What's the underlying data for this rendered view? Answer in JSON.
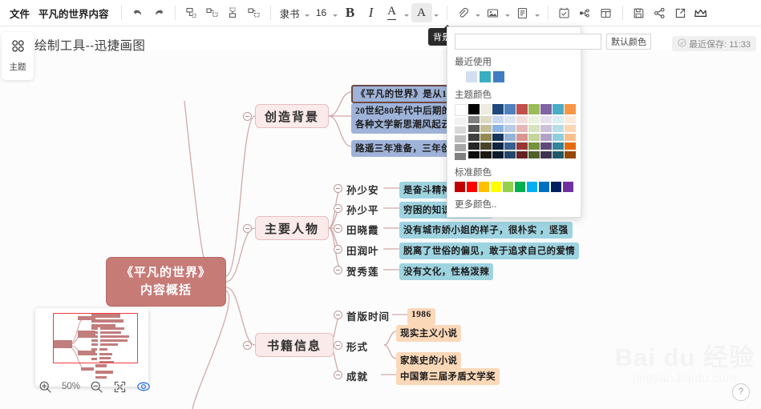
{
  "toolbar": {
    "file_label": "文件",
    "doc_name": "平凡的世界内容",
    "font_family": "隶书",
    "font_size": "16",
    "bold_label": "B",
    "italic_label": "I",
    "underline_label": "A",
    "fontcolor_label": "A",
    "icons": [
      "undo-icon",
      "redo-icon",
      "add-subtopic-icon",
      "add-sibling-icon",
      "add-parent-icon",
      "add-node-icon",
      "link-icon",
      "image-icon",
      "note-icon",
      "task-icon",
      "relation-icon",
      "layout-icon",
      "save-icon",
      "share-icon",
      "export-icon",
      "crown-icon"
    ]
  },
  "tooltip": {
    "text": "背景颜色"
  },
  "header": {
    "title": "绘制工具--迅捷画图",
    "save_status": "最近保存: 11:33"
  },
  "sidebar": {
    "items": [
      {
        "icon": "theme-grid-icon",
        "label": "主题"
      }
    ]
  },
  "color_panel": {
    "input_value": "",
    "default_button": "默认颜色",
    "recent_label": "最近使用",
    "recent_colors": [
      "#d3dff0",
      "#39afc0",
      "#3f7cc4"
    ],
    "theme_label": "主题颜色",
    "theme_columns": [
      [
        "#ffffff",
        "#f2f2f2",
        "#d9d9d9",
        "#bfbfbf",
        "#a6a6a6",
        "#808080"
      ],
      [
        "#000000",
        "#808080",
        "#595959",
        "#404040",
        "#262626",
        "#0d0d0d"
      ],
      [
        "#eeece1",
        "#ddd9c3",
        "#c4bd97",
        "#938953",
        "#494429",
        "#1d1b10"
      ],
      [
        "#1f497d",
        "#c6d9f0",
        "#8db3e2",
        "#16365c",
        "#0f243e",
        "#0b1a2c"
      ],
      [
        "#4f81bd",
        "#dbe5f1",
        "#b8cce4",
        "#95b3d7",
        "#366092",
        "#24466b"
      ],
      [
        "#c0504d",
        "#f2dcdb",
        "#e5b8b7",
        "#d99694",
        "#953734",
        "#632423"
      ],
      [
        "#9bbb59",
        "#ebf1dd",
        "#d7e3bc",
        "#c3d69b",
        "#76923c",
        "#4f6128"
      ],
      [
        "#8064a2",
        "#e5e0ec",
        "#ccc1d9",
        "#b2a2c7",
        "#5f497a",
        "#3f3151"
      ],
      [
        "#4bacc6",
        "#dbeef3",
        "#b7dde8",
        "#92cddc",
        "#31859b",
        "#205867"
      ],
      [
        "#f79646",
        "#fde9d9",
        "#fcd5b4",
        "#fabf8f",
        "#e36c09",
        "#974806"
      ]
    ],
    "standard_label": "标准颜色",
    "standard_colors": [
      "#c00000",
      "#ff0000",
      "#ffc000",
      "#ffff00",
      "#92d050",
      "#00b050",
      "#00b0f0",
      "#0070c0",
      "#002060",
      "#7030a0"
    ],
    "more_label": "更多颜色.."
  },
  "zoom_bar": {
    "zoom_in": "zoom-in-icon",
    "level": "50%",
    "zoom_out": "zoom-out-icon",
    "fit": "fit-screen-icon",
    "preview": "eye-icon"
  },
  "help": {
    "label": "?"
  },
  "watermark": {
    "main": "Bai du 经验",
    "sub": "jingyan.baidu.com"
  },
  "mindmap": {
    "root": {
      "line1": "《平凡的世界》",
      "line2": "内容概括"
    },
    "branches": [
      {
        "label": "创造背景",
        "children": [
          {
            "text": "《平凡的世界》是从1",
            "style": "blue",
            "selected": true
          },
          {
            "text": "20世纪80年代中后期的\n各种文学新思潮风起云",
            "style": "blue"
          },
          {
            "text": "路遥三年准备，三年创",
            "style": "blue"
          }
        ]
      },
      {
        "label": "主要人物",
        "children": [
          {
            "text": "孙少安",
            "desc": "是奋斗精神的"
          },
          {
            "text": "孙少平",
            "desc": "穷困的知识农村青年"
          },
          {
            "text": "田晓霞",
            "desc": "没有城市娇小姐的样子，很朴实 ，坚强"
          },
          {
            "text": "田润叶",
            "desc": "脱离了世俗的偏见，敢于追求自己的爱情"
          },
          {
            "text": "贺秀莲",
            "desc": "没有文化，性格泼辣"
          }
        ]
      },
      {
        "label": "书籍信息",
        "children": [
          {
            "text": "首版时间",
            "desc": "1986"
          },
          {
            "text": "形式",
            "desc2": [
              "现实主义小说",
              "家族史的小说"
            ]
          },
          {
            "text": "成就",
            "desc": "中国第三届矛盾文学奖"
          }
        ]
      }
    ]
  }
}
